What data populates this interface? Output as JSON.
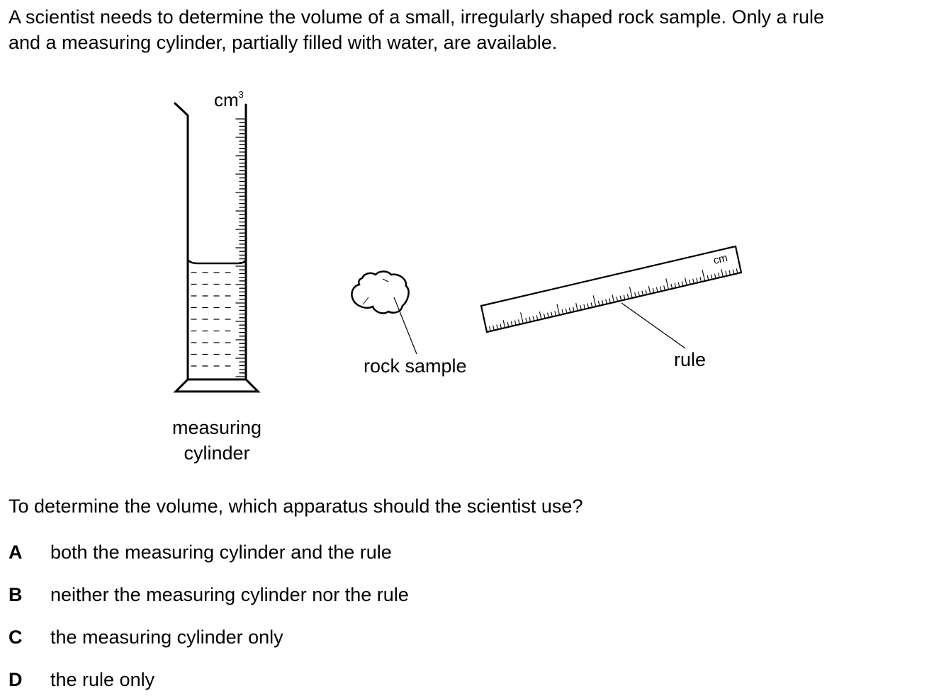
{
  "stem": {
    "line1": "A scientist needs to determine the volume of a small, irregularly shaped rock sample. Only a rule",
    "line2": "and a measuring cylinder, partially filled with water, are available."
  },
  "figure": {
    "cylinder_unit_base": "cm",
    "cylinder_unit_exponent": "3",
    "cylinder_label_line1": "measuring",
    "cylinder_label_line2": "cylinder",
    "rock_label": "rock sample",
    "ruler_unit": "cm",
    "ruler_label": "rule"
  },
  "question": "To determine the volume, which apparatus should the scientist use?",
  "options": [
    {
      "letter": "A",
      "text": "both the measuring cylinder and the rule"
    },
    {
      "letter": "B",
      "text": "neither the measuring cylinder nor the rule"
    },
    {
      "letter": "C",
      "text": "the measuring cylinder only"
    },
    {
      "letter": "D",
      "text": "the rule only"
    }
  ]
}
